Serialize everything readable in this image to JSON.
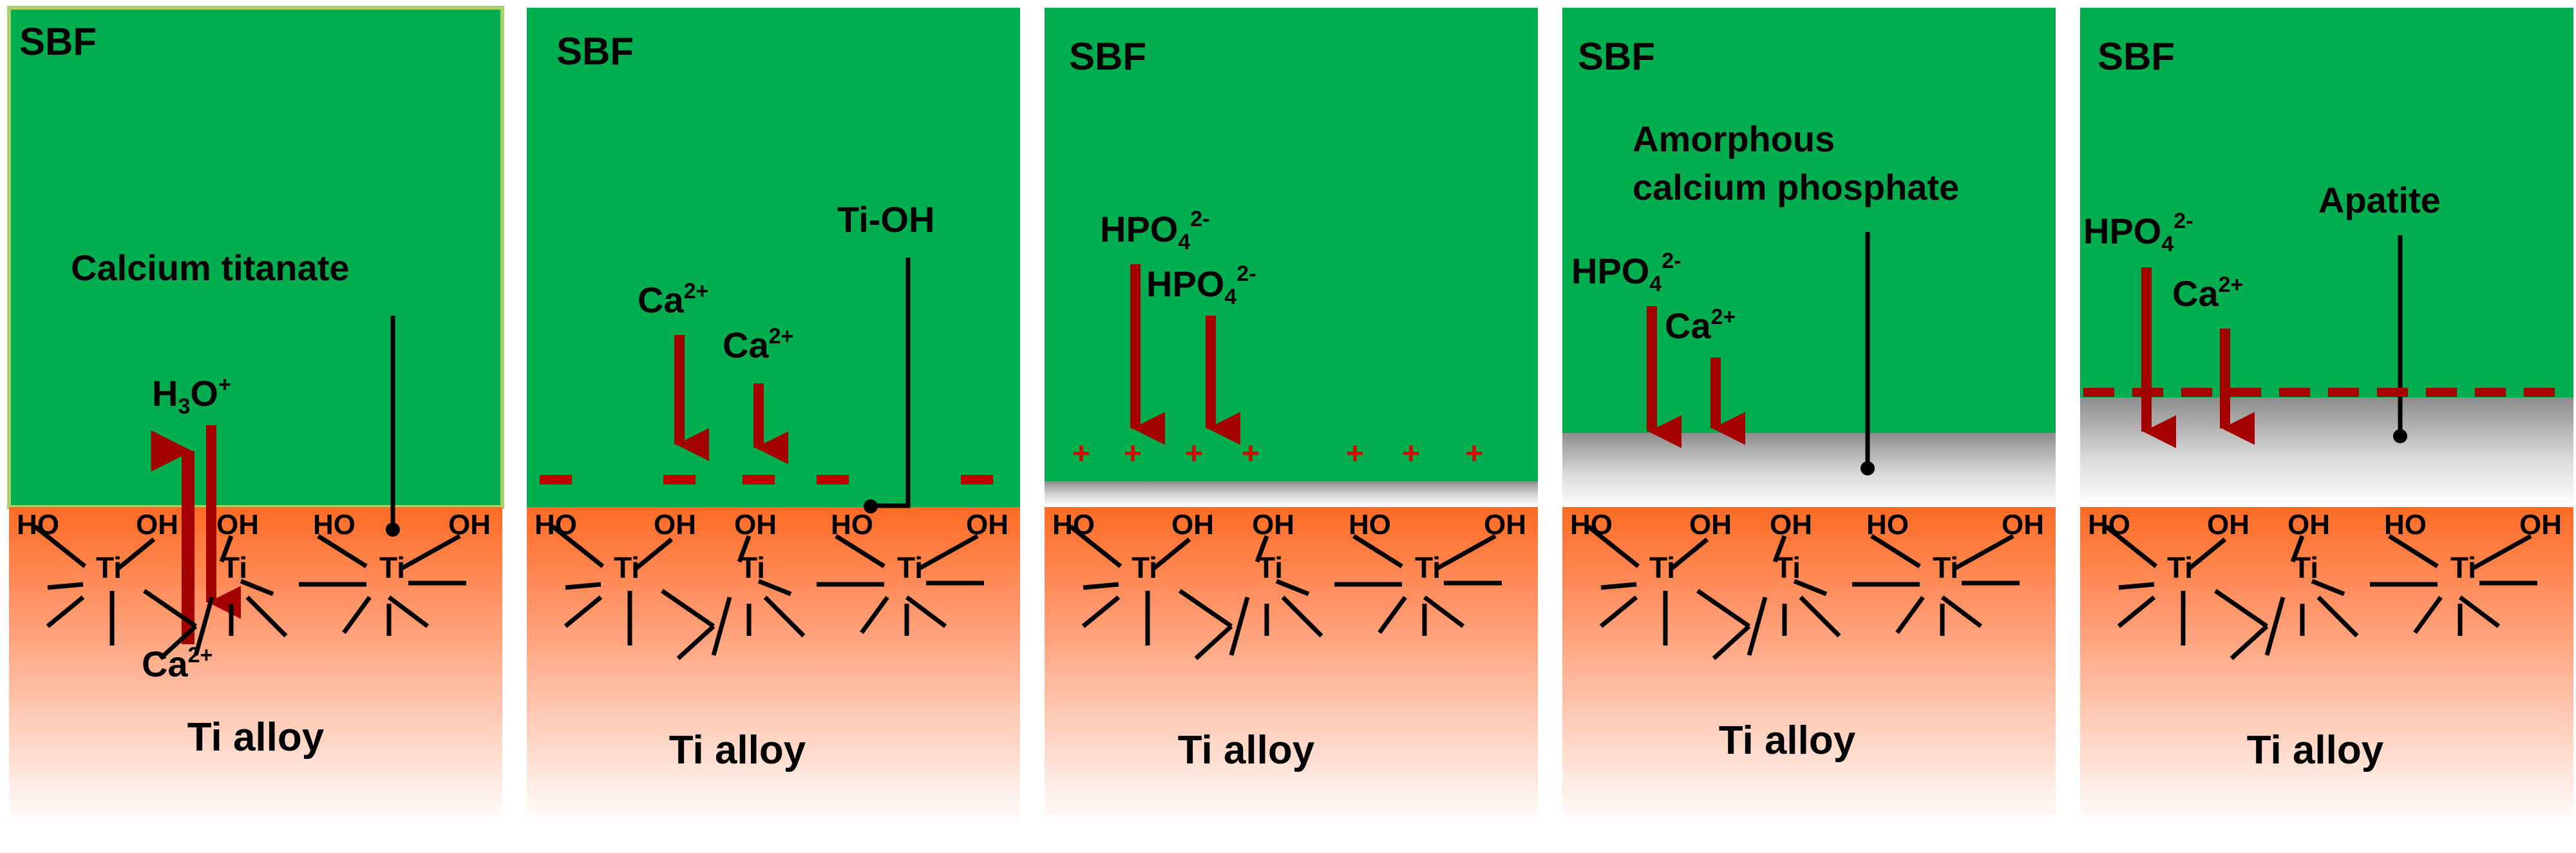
{
  "colors": {
    "solution": "#00ae4f",
    "substrate_top": "#ff6b24",
    "substrate_bottom": "#ffffff",
    "arrow": "#a50000",
    "charge": "#c00000",
    "surface_layer": "#888888"
  },
  "panels": [
    {
      "sbf": "SBF",
      "substrate": "Ti alloy",
      "surface_label": "Calcium titanate",
      "species": {
        "h3o": "H",
        "h3o_sub": "3",
        "h3o_o": "O",
        "h3o_sup": "+",
        "ca": "Ca",
        "ca_sup": "2+"
      },
      "groups": [
        "HO",
        "OH",
        "OH",
        "HO",
        "OH"
      ],
      "ti": [
        "Ti",
        "Ti",
        "Ti"
      ]
    },
    {
      "sbf": "SBF",
      "substrate": "Ti alloy",
      "surface_label": "Ti-OH",
      "ions": [
        {
          "base": "Ca",
          "sup": "2+"
        },
        {
          "base": "Ca",
          "sup": "2+"
        }
      ],
      "groups": [
        "HO",
        "OH",
        "OH",
        "HO",
        "OH"
      ],
      "ti": [
        "Ti",
        "Ti",
        "Ti"
      ]
    },
    {
      "sbf": "SBF",
      "substrate": "Ti alloy",
      "ions": [
        {
          "base": "HPO",
          "sub": "4",
          "sup": "2-"
        },
        {
          "base": "HPO",
          "sub": "4",
          "sup": "2-"
        }
      ],
      "charges": [
        "+",
        "+",
        "+",
        "+",
        "+",
        "+",
        "+"
      ],
      "groups": [
        "HO",
        "OH",
        "OH",
        "HO",
        "OH"
      ],
      "ti": [
        "Ti",
        "Ti",
        "Ti"
      ]
    },
    {
      "sbf": "SBF",
      "substrate": "Ti alloy",
      "surface_label_lines": [
        "Amorphous",
        "calcium phosphate"
      ],
      "ions": [
        {
          "base": "HPO",
          "sub": "4",
          "sup": "2-"
        },
        {
          "base": "Ca",
          "sup": "2+"
        }
      ],
      "groups": [
        "HO",
        "OH",
        "OH",
        "HO",
        "OH"
      ],
      "ti": [
        "Ti",
        "Ti",
        "Ti"
      ]
    },
    {
      "sbf": "SBF",
      "substrate": "Ti alloy",
      "surface_label": "Apatite",
      "ions": [
        {
          "base": "HPO",
          "sub": "4",
          "sup": "2-"
        },
        {
          "base": "Ca",
          "sup": "2+"
        }
      ],
      "groups": [
        "HO",
        "OH",
        "OH",
        "HO",
        "OH"
      ],
      "ti": [
        "Ti",
        "Ti",
        "Ti"
      ]
    }
  ]
}
